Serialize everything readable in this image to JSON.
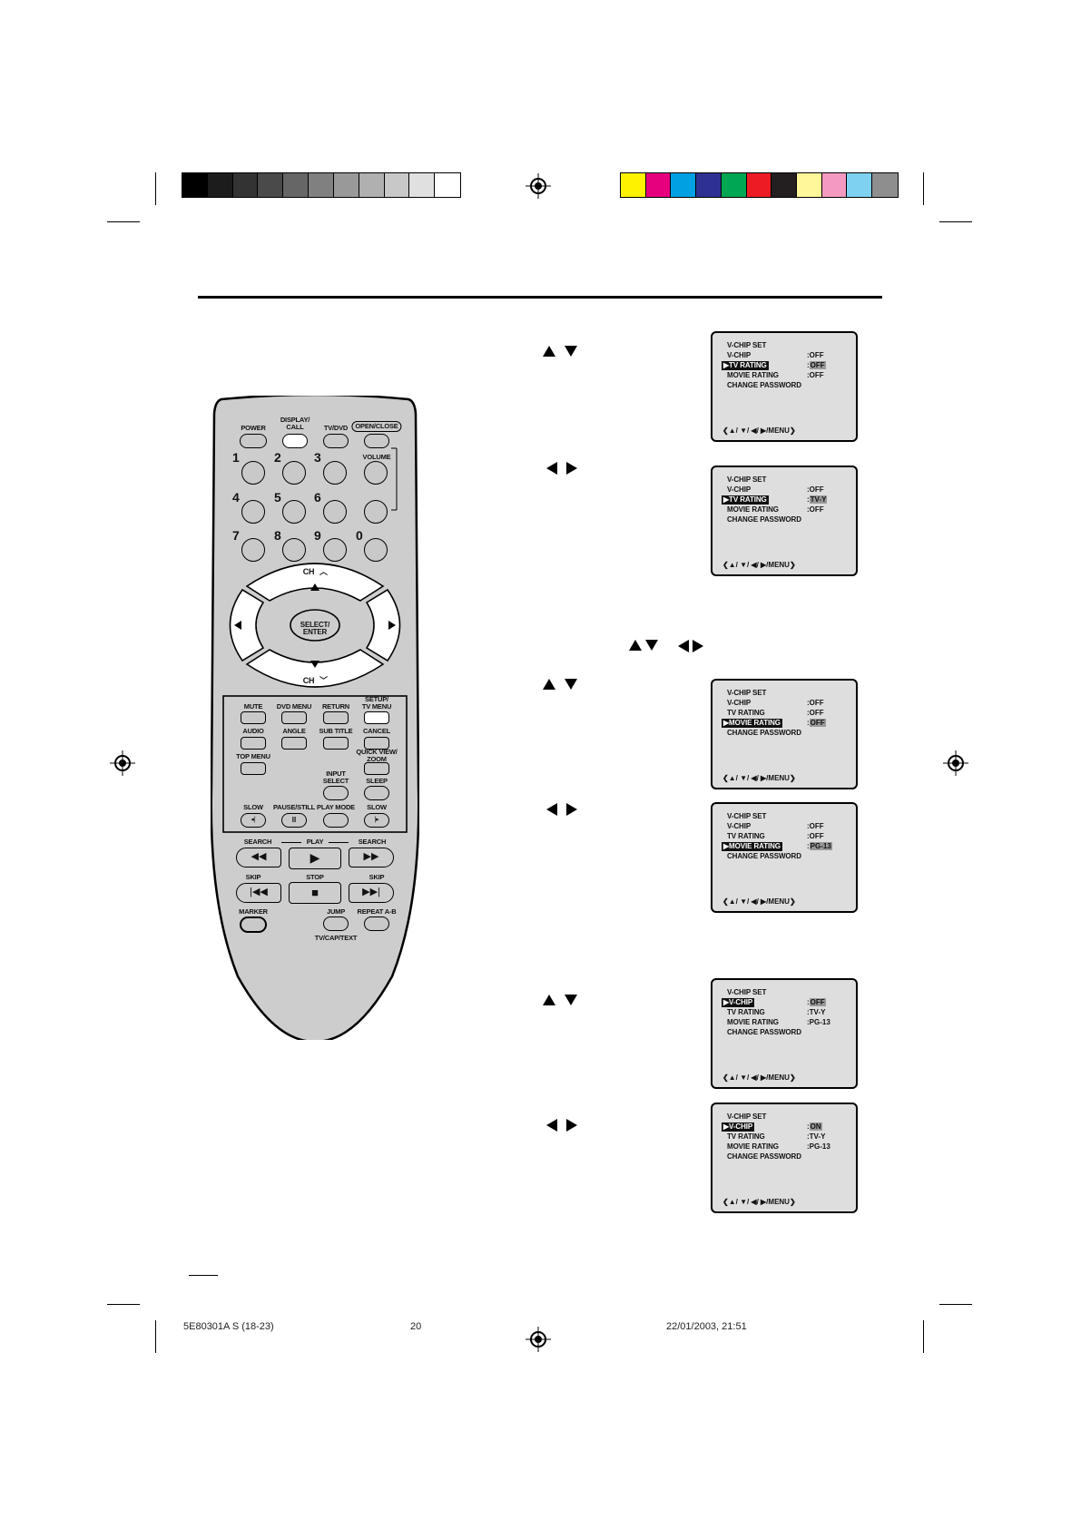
{
  "gray_bar": [
    "#000000",
    "#1c1c1c",
    "#333333",
    "#4a4a4a",
    "#666666",
    "#808080",
    "#999999",
    "#b0b0b0",
    "#c8c8c8",
    "#e0e0e0",
    "#ffffff"
  ],
  "color_bar": [
    "#fff200",
    "#e6007e",
    "#00a0e3",
    "#2e3192",
    "#00a651",
    "#ed1c24",
    "#231f20",
    "#fff799",
    "#f49ac1",
    "#7fd1f2",
    "#8e8e8e"
  ],
  "remote": {
    "top_labels": {
      "power": "POWER",
      "display": "DISPLAY/\nCALL",
      "tvdvd": "TV/DVD",
      "openclose": "OPEN/CLOSE",
      "volume": "VOLUME"
    },
    "numbers": [
      "1",
      "2",
      "3",
      "4",
      "5",
      "6",
      "7",
      "8",
      "9",
      "0"
    ],
    "ch_up": "CH",
    "ch_down": "CH",
    "select": "SELECT/\nENTER",
    "panel_labels": {
      "mute": "MUTE",
      "dvdmenu": "DVD MENU",
      "return": "RETURN",
      "setup": "SETUP/\nTV MENU",
      "audio": "AUDIO",
      "angle": "ANGLE",
      "subtitle": "SUB TITLE",
      "cancel": "CANCEL",
      "topmenu": "TOP MENU",
      "quickview": "QUICK VIEW/\nZOOM",
      "input": "INPUT\nSELECT",
      "sleep": "SLEEP",
      "slow1": "SLOW",
      "pause": "PAUSE/STILL",
      "playmode": "PLAY MODE",
      "slow2": "SLOW"
    },
    "lower_labels": {
      "search1": "SEARCH",
      "play": "PLAY",
      "search2": "SEARCH",
      "skip1": "SKIP",
      "stop": "STOP",
      "skip2": "SKIP",
      "marker": "MARKER",
      "jump": "JUMP",
      "repeat": "REPEAT A-B",
      "tvcap": "TV/CAP/TEXT"
    }
  },
  "screens": [
    {
      "rows": [
        {
          "l": "V-CHIP SET"
        },
        {
          "l": "V-CHIP",
          "v": ": OFF"
        },
        {
          "l": "TV RATING",
          "sel": true,
          "v": ": OFF",
          "hl": true
        },
        {
          "l": "MOVIE RATING",
          "v": ": OFF"
        },
        {
          "l": "CHANGE PASSWORD"
        }
      ],
      "nav": "/ / / /MENU"
    },
    {
      "rows": [
        {
          "l": "V-CHIP SET"
        },
        {
          "l": "V-CHIP",
          "v": ": OFF"
        },
        {
          "l": "TV RATING",
          "sel": true,
          "v": ": TV-Y",
          "hl": true
        },
        {
          "l": "MOVIE RATING",
          "v": ": OFF"
        },
        {
          "l": "CHANGE PASSWORD"
        }
      ],
      "nav": "/ / / /MENU"
    },
    {
      "rows": [
        {
          "l": "V-CHIP SET"
        },
        {
          "l": "V-CHIP",
          "v": ": OFF"
        },
        {
          "l": "TV RATING",
          "v": ": OFF"
        },
        {
          "l": "MOVIE RATING",
          "sel": true,
          "v": ": OFF",
          "hl": true
        },
        {
          "l": "CHANGE PASSWORD"
        }
      ],
      "nav": "/ / / /MENU"
    },
    {
      "rows": [
        {
          "l": "V-CHIP SET"
        },
        {
          "l": "V-CHIP",
          "v": ": OFF"
        },
        {
          "l": "TV RATING",
          "v": ": OFF"
        },
        {
          "l": "MOVIE RATING",
          "sel": true,
          "v": ": PG-13",
          "hl": true
        },
        {
          "l": "CHANGE PASSWORD"
        }
      ],
      "nav": "/ / / /MENU"
    },
    {
      "rows": [
        {
          "l": "V-CHIP SET"
        },
        {
          "l": "V-CHIP",
          "sel": true,
          "v": ": OFF",
          "hl": true
        },
        {
          "l": "TV RATING",
          "v": ": TV-Y"
        },
        {
          "l": "MOVIE RATING",
          "v": ": PG-13"
        },
        {
          "l": "CHANGE PASSWORD"
        }
      ],
      "nav": "/ / / /MENU"
    },
    {
      "rows": [
        {
          "l": "V-CHIP SET"
        },
        {
          "l": "V-CHIP",
          "sel": true,
          "v": ": ON",
          "hl": true
        },
        {
          "l": "TV RATING",
          "v": ": TV-Y"
        },
        {
          "l": "MOVIE RATING",
          "v": ": PG-13"
        },
        {
          "l": "CHANGE PASSWORD"
        }
      ],
      "nav": "/ / / /MENU"
    }
  ],
  "footer": {
    "code": "5E80301A S (18-23)",
    "page": "20",
    "date": "22/01/2003, 21:51"
  }
}
